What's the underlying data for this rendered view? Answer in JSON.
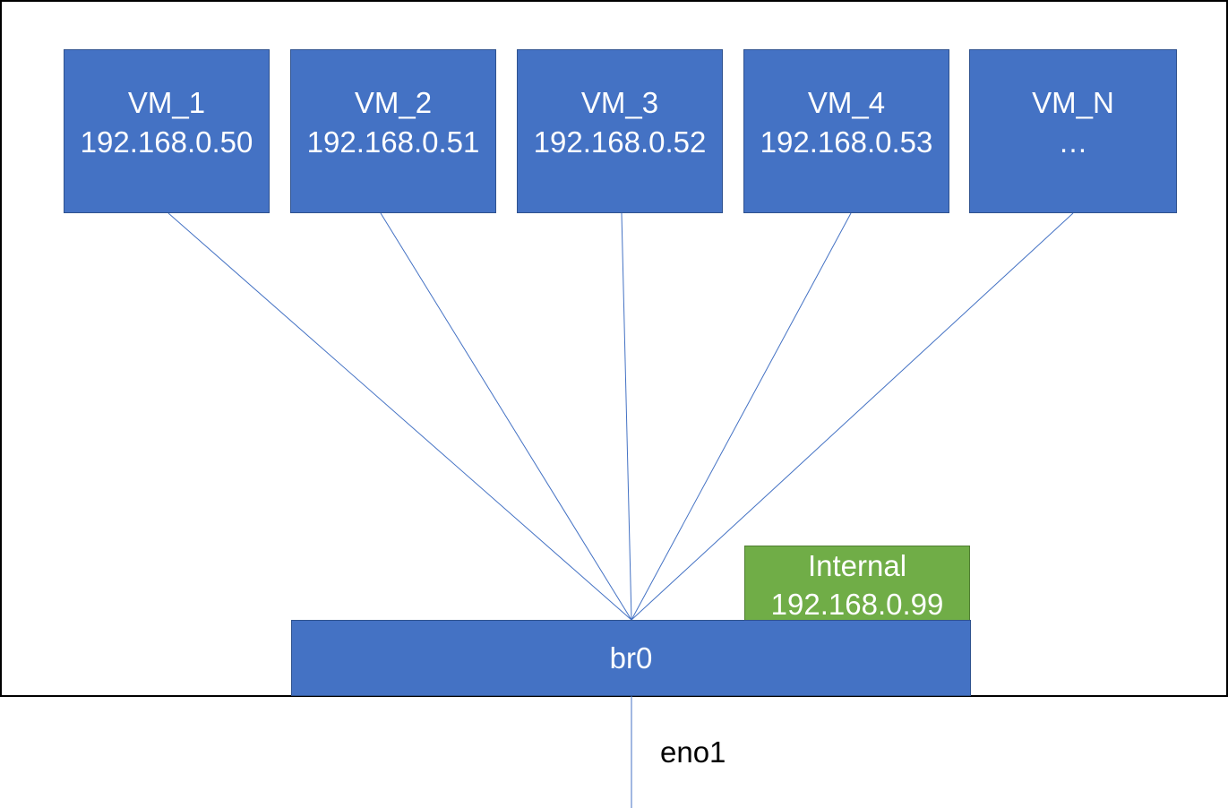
{
  "vms": [
    {
      "name": "VM_1",
      "ip": "192.168.0.50"
    },
    {
      "name": "VM_2",
      "ip": "192.168.0.51"
    },
    {
      "name": "VM_3",
      "ip": "192.168.0.52"
    },
    {
      "name": "VM_4",
      "ip": "192.168.0.53"
    },
    {
      "name": "VM_N",
      "ip": "…"
    }
  ],
  "internal": {
    "name": "Internal",
    "ip": "192.168.0.99"
  },
  "bridge": {
    "name": "br0"
  },
  "nic": {
    "name": "eno1"
  },
  "colors": {
    "vm_fill": "#4472c4",
    "bridge_fill": "#4472c4",
    "internal_fill": "#70ad47",
    "link_stroke": "#4472c4",
    "frame_stroke": "#000000"
  }
}
